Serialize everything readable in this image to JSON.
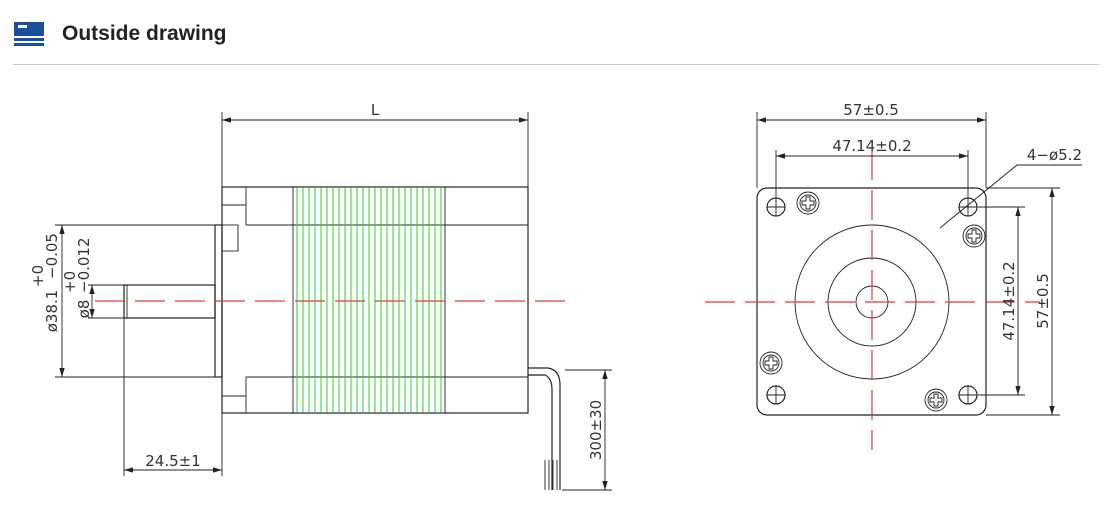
{
  "header": {
    "title": "Outside drawing",
    "icon": "section-icon",
    "accent": "#1a4fa0"
  },
  "drawing": {
    "side_view": {
      "length": "L",
      "flange_diameter": "ø38.1",
      "flange_tol_upper": "+0",
      "flange_tol_lower": "−0.05",
      "shaft_diameter": "ø8",
      "shaft_tol_upper": "+0",
      "shaft_tol_lower": "−0.012",
      "shaft_length": "24.5±1",
      "lead_length": "300±30"
    },
    "front_view": {
      "width": "57±0.5",
      "hole_spacing_h": "47.14±0.2",
      "holes": "4−ø5.2",
      "hole_spacing_v": "47.14±0.2",
      "height": "57±0.5"
    }
  }
}
